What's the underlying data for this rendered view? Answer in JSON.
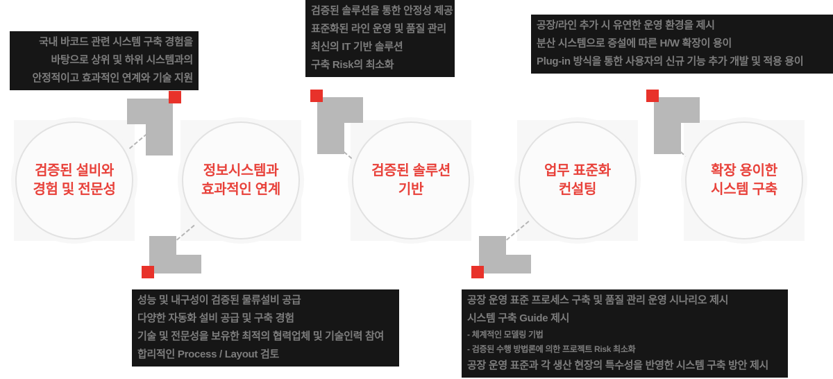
{
  "diagram": {
    "title_role": "strengths-circular-diagram",
    "accent_color": "#e8413a",
    "marker_color": "#e8322a",
    "connector_color": "#b8b8b8",
    "panel_bg": "#161616",
    "panel_text": "#7d7d7d"
  },
  "circles": [
    {
      "id": "circle-1",
      "label": "검증된 설비와\n경험 및 전문성"
    },
    {
      "id": "circle-2",
      "label": "정보시스템과\n효과적인 연계"
    },
    {
      "id": "circle-3",
      "label": "검증된 솔루션\n기반"
    },
    {
      "id": "circle-4",
      "label": "업무 표준화\n컨설팅"
    },
    {
      "id": "circle-5",
      "label": "확장 용이한\n시스템 구축"
    }
  ],
  "panels": {
    "top_left": {
      "id": "panel-top-left",
      "align": "right",
      "lines": [
        {
          "text": "국내 바코드 관련 시스템 구축 경험을",
          "size": "normal"
        },
        {
          "text": "바탕으로 상위 및 하위 시스템과의",
          "size": "normal"
        },
        {
          "text": "안정적이고 효과적인 연계와 기술 지원",
          "size": "normal"
        }
      ]
    },
    "top_middle": {
      "id": "panel-top-middle",
      "align": "left",
      "lines": [
        {
          "text": "검증된 솔루션을 통한 안정성 제공",
          "size": "normal"
        },
        {
          "text": "표준화된 라인 운영 및 품질 관리",
          "size": "normal"
        },
        {
          "text": "최신의 IT 기반 솔루션",
          "size": "normal"
        },
        {
          "text": "구축 Risk의 최소화",
          "size": "normal"
        }
      ]
    },
    "top_right": {
      "id": "panel-top-right",
      "align": "left",
      "lines": [
        {
          "text": "공장/라인 추가 시 유연한 운영 환경을 제시",
          "size": "normal"
        },
        {
          "text": "분산 시스템으로 증설에 따른 H/W 확장이 용이",
          "size": "normal"
        },
        {
          "text": "Plug-in 방식을 통한 사용자의 신규 기능 추가 개발 및 적용 용이",
          "size": "normal"
        }
      ]
    },
    "bottom_left": {
      "id": "panel-bottom-left",
      "align": "left",
      "lines": [
        {
          "text": "성능 및 내구성이 검증된 물류설비 공급",
          "size": "normal"
        },
        {
          "text": "다양한 자동화 설비 공급 및 구축 경험",
          "size": "normal"
        },
        {
          "text": "기술 및 전문성을 보유한 최적의 협력업체 및 기술인력 참여",
          "size": "normal"
        },
        {
          "text": "합리적인 Process / Layout 검토",
          "size": "normal"
        }
      ]
    },
    "bottom_right": {
      "id": "panel-bottom-right",
      "align": "left",
      "lines": [
        {
          "text": "공장 운영 표준 프로세스 구축 및 품질 관리 운영 시나리오 제시",
          "size": "normal"
        },
        {
          "text": "시스템 구축 Guide 제시",
          "size": "normal"
        },
        {
          "text": "- 체계적인 모델링 기법",
          "size": "small"
        },
        {
          "text": "- 검증된 수행 방법론에 의한 프로젝트 Risk 최소화",
          "size": "small"
        },
        {
          "text": "공장 운영 표준과 각 생산 현장의 특수성을 반영한 시스템 구축 방안 제시",
          "size": "normal"
        }
      ]
    }
  }
}
